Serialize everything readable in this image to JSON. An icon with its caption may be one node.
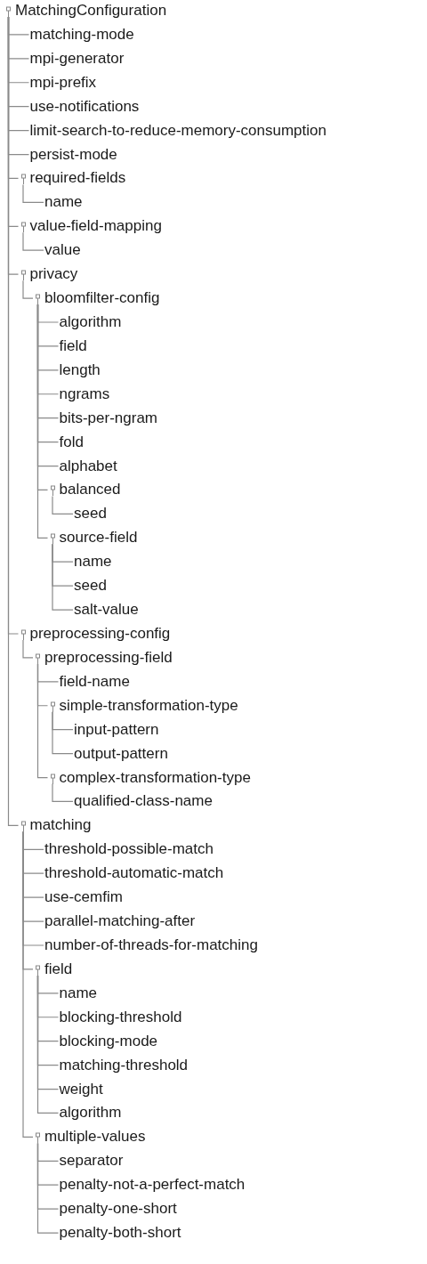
{
  "diagram": {
    "nodes": [
      {
        "text": [
          "MatchingConfiguration"
        ]
      },
      {
        "text": [
          "matching-mode"
        ]
      },
      {
        "text": [
          "mpi-generator"
        ]
      },
      {
        "text": [
          "mpi-prefix"
        ]
      },
      {
        "text": [
          "use-notifications"
        ]
      },
      {
        "text": [
          "limit-search-to-reduce-memory-consumption"
        ]
      },
      {
        "text": [
          "persist-mode"
        ]
      },
      {
        "text": [
          "required-fields"
        ]
      },
      {
        "text": [
          "name"
        ]
      },
      {
        "text": [
          "value-field-mapping"
        ]
      },
      {
        "text": [
          "value"
        ]
      },
      {
        "text": [
          "privacy"
        ]
      },
      {
        "text": [
          "bloomfilter-config"
        ]
      },
      {
        "text": [
          "algorithm"
        ]
      },
      {
        "text": [
          "field"
        ]
      },
      {
        "text": [
          "length"
        ]
      },
      {
        "text": [
          "ngrams"
        ]
      },
      {
        "text": [
          "bits-per-ngram"
        ]
      },
      {
        "text": [
          "fold"
        ]
      },
      {
        "text": [
          "alphabet"
        ]
      },
      {
        "text": [
          "balanced"
        ]
      },
      {
        "text": [
          "seed"
        ]
      },
      {
        "text": [
          "source-field"
        ]
      },
      {
        "text": [
          "name"
        ]
      },
      {
        "text": [
          "seed"
        ]
      },
      {
        "text": [
          "salt-value"
        ]
      },
      {
        "text": [
          "preprocessing-config"
        ]
      },
      {
        "text": [
          "preprocessing-field"
        ]
      },
      {
        "text": [
          "field-name"
        ]
      },
      {
        "text": [
          "simple-transformation-type"
        ]
      },
      {
        "text": [
          "input-pattern"
        ]
      },
      {
        "text": [
          "output-pattern"
        ]
      },
      {
        "text": [
          "complex-transformation-type"
        ]
      },
      {
        "text": [
          "qualified-class-name"
        ]
      },
      {
        "text": [
          "matching"
        ]
      },
      {
        "text": [
          "threshold-possible-match"
        ]
      },
      {
        "text": [
          "threshold-automatic-match"
        ]
      },
      {
        "text": [
          "use-cemfim"
        ]
      },
      {
        "text": [
          "parallel-matching-after"
        ]
      },
      {
        "text": [
          "number-of-threads-for-matching"
        ]
      },
      {
        "text": [
          "field"
        ]
      },
      {
        "text": [
          "name"
        ]
      },
      {
        "text": [
          "blocking-threshold"
        ]
      },
      {
        "text": [
          "blocking-mode"
        ]
      },
      {
        "text": [
          "matching-threshold"
        ]
      },
      {
        "text": [
          "weight"
        ]
      },
      {
        "text": [
          "algorithm"
        ]
      },
      {
        "text": [
          "multiple-values"
        ]
      },
      {
        "text": [
          "separator"
        ]
      },
      {
        "text": [
          "penalty-not-a-perfect-match"
        ]
      },
      {
        "text": [
          "penalty-one-short"
        ]
      },
      {
        "text": [
          "penalty-both-short"
        ]
      }
    ],
    "edges": [
      {
        "from": 0,
        "to": 1,
        "arrow": "none"
      },
      {
        "from": 0,
        "to": 2,
        "arrow": "none"
      },
      {
        "from": 0,
        "to": 3,
        "arrow": "none"
      },
      {
        "from": 0,
        "to": 4,
        "arrow": "none"
      },
      {
        "from": 0,
        "to": 5,
        "arrow": "none"
      },
      {
        "from": 0,
        "to": 6,
        "arrow": "none"
      },
      {
        "from": 0,
        "to": 7,
        "arrow": "none"
      },
      {
        "from": 7,
        "to": 8,
        "arrow": "none"
      },
      {
        "from": 0,
        "to": 9,
        "arrow": "none"
      },
      {
        "from": 9,
        "to": 10,
        "arrow": "none"
      },
      {
        "from": 0,
        "to": 11,
        "arrow": "none"
      },
      {
        "from": 11,
        "to": 12,
        "arrow": "none"
      },
      {
        "from": 12,
        "to": 13,
        "arrow": "none"
      },
      {
        "from": 12,
        "to": 14,
        "arrow": "none"
      },
      {
        "from": 12,
        "to": 15,
        "arrow": "none"
      },
      {
        "from": 12,
        "to": 16,
        "arrow": "none"
      },
      {
        "from": 12,
        "to": 17,
        "arrow": "none"
      },
      {
        "from": 12,
        "to": 18,
        "arrow": "none"
      },
      {
        "from": 12,
        "to": 19,
        "arrow": "none"
      },
      {
        "from": 12,
        "to": 20,
        "arrow": "none"
      },
      {
        "from": 20,
        "to": 21,
        "arrow": "none"
      },
      {
        "from": 12,
        "to": 22,
        "arrow": "none"
      },
      {
        "from": 22,
        "to": 23,
        "arrow": "none"
      },
      {
        "from": 22,
        "to": 24,
        "arrow": "none"
      },
      {
        "from": 22,
        "to": 25,
        "arrow": "none"
      },
      {
        "from": 0,
        "to": 26,
        "arrow": "none"
      },
      {
        "from": 26,
        "to": 27,
        "arrow": "none"
      },
      {
        "from": 27,
        "to": 28,
        "arrow": "none"
      },
      {
        "from": 27,
        "to": 29,
        "arrow": "none"
      },
      {
        "from": 29,
        "to": 30,
        "arrow": "none"
      },
      {
        "from": 29,
        "to": 31,
        "arrow": "none"
      },
      {
        "from": 27,
        "to": 32,
        "arrow": "none"
      },
      {
        "from": 32,
        "to": 33,
        "arrow": "none"
      },
      {
        "from": 0,
        "to": 34,
        "arrow": "none"
      },
      {
        "from": 34,
        "to": 35,
        "arrow": "none"
      },
      {
        "from": 34,
        "to": 36,
        "arrow": "none"
      },
      {
        "from": 34,
        "to": 37,
        "arrow": "none"
      },
      {
        "from": 34,
        "to": 38,
        "arrow": "none"
      },
      {
        "from": 34,
        "to": 39,
        "arrow": "none"
      },
      {
        "from": 34,
        "to": 40,
        "arrow": "none"
      },
      {
        "from": 40,
        "to": 41,
        "arrow": "none"
      },
      {
        "from": 40,
        "to": 42,
        "arrow": "none"
      },
      {
        "from": 40,
        "to": 43,
        "arrow": "none"
      },
      {
        "from": 40,
        "to": 44,
        "arrow": "none"
      },
      {
        "from": 40,
        "to": 45,
        "arrow": "none"
      },
      {
        "from": 40,
        "to": 46,
        "arrow": "none"
      },
      {
        "from": 34,
        "to": 47,
        "arrow": "none"
      },
      {
        "from": 47,
        "to": 48,
        "arrow": "none"
      },
      {
        "from": 47,
        "to": 49,
        "arrow": "none"
      },
      {
        "from": 47,
        "to": 50,
        "arrow": "none"
      },
      {
        "from": 47,
        "to": 51,
        "arrow": "none"
      }
    ]
  }
}
